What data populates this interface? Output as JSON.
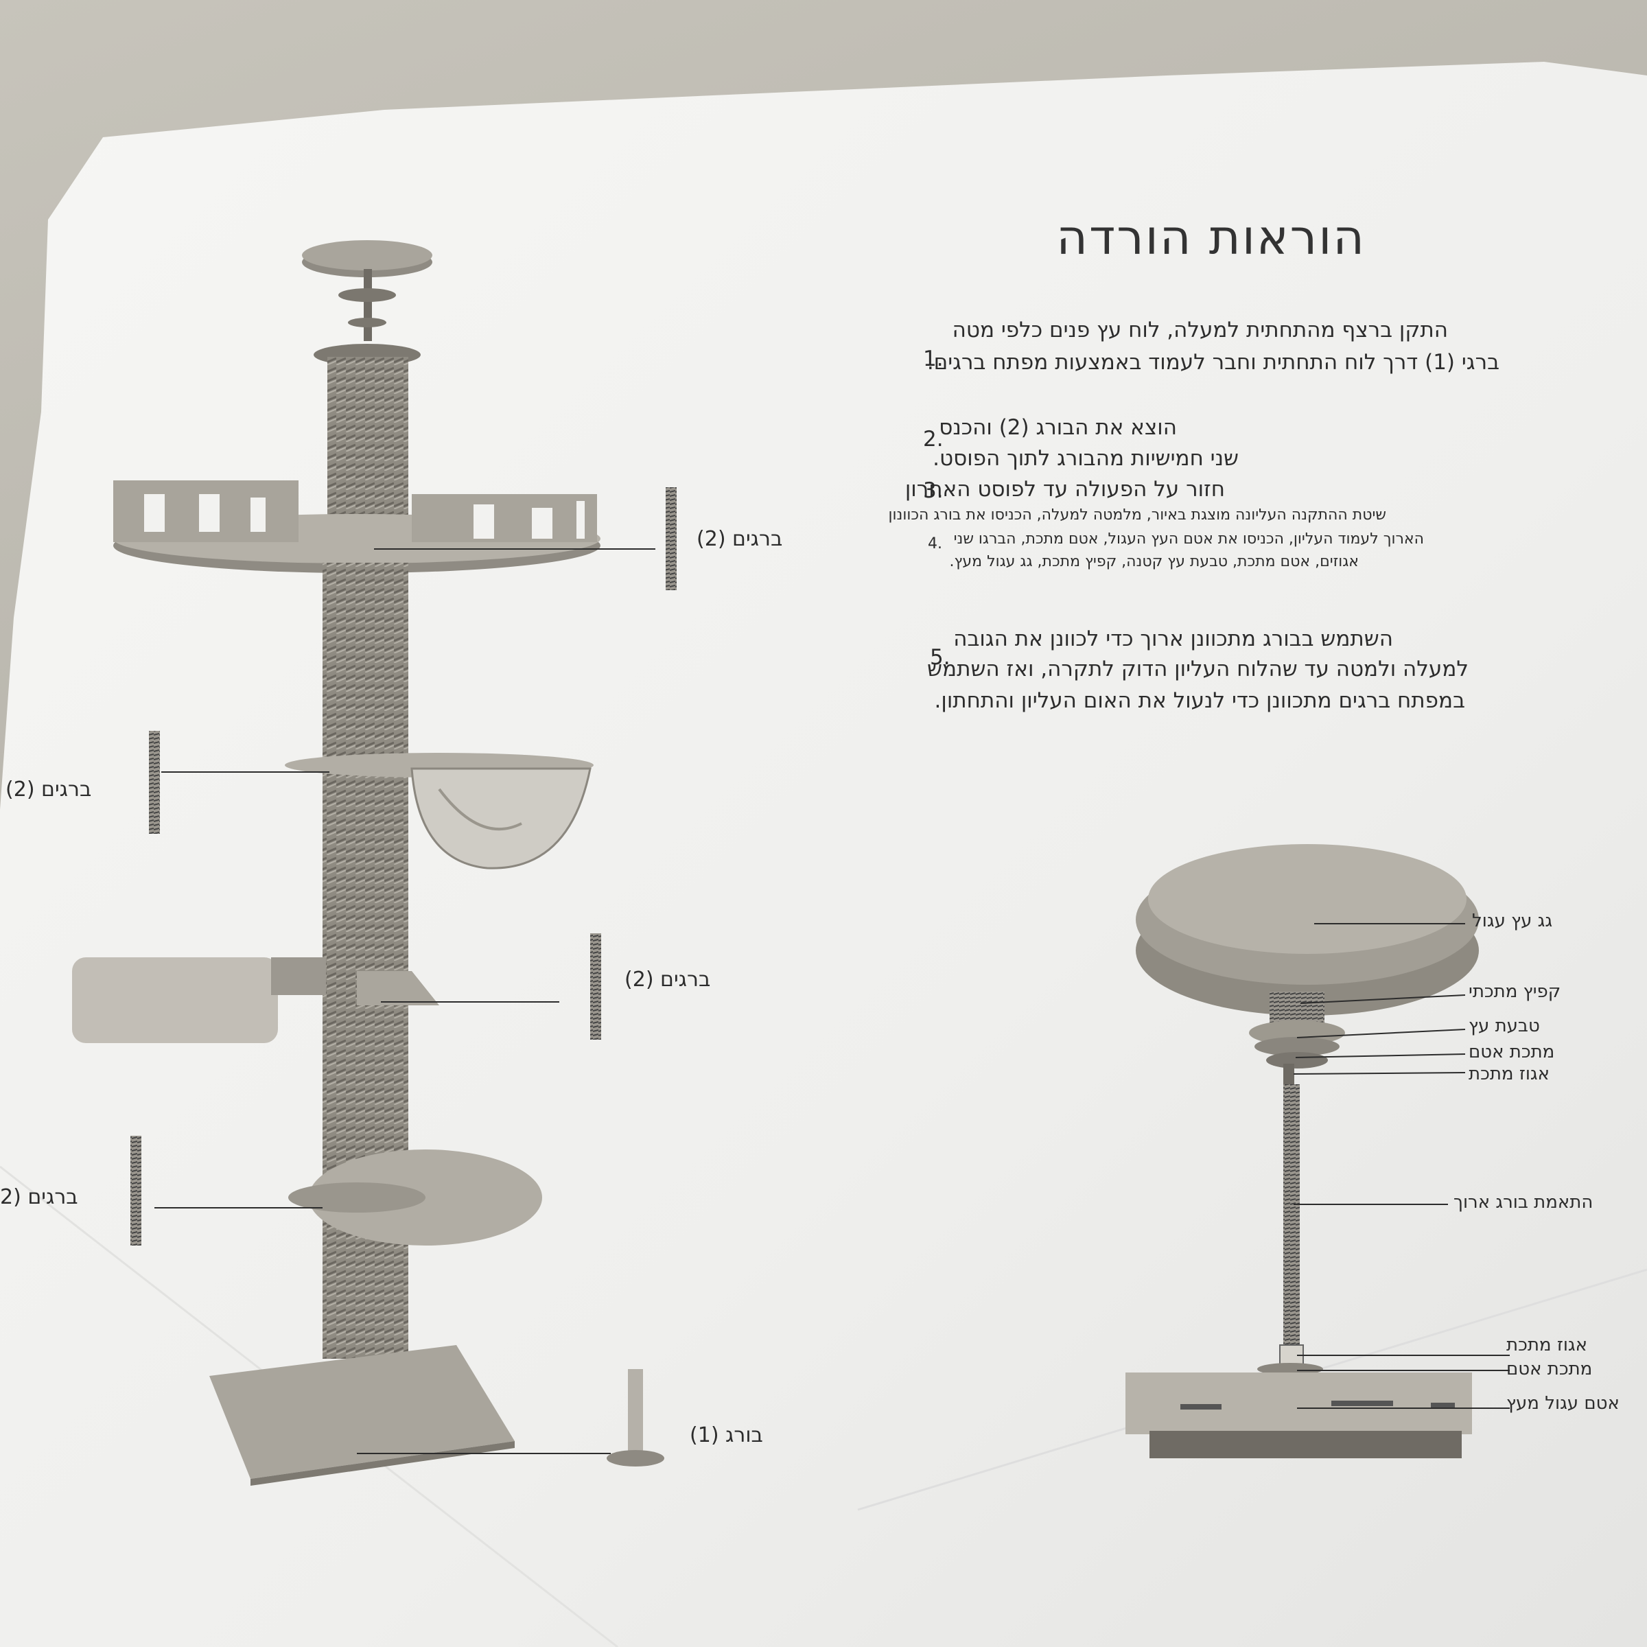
{
  "title": "הוראות הורדה",
  "steps": {
    "s1": {
      "number": "1.",
      "line1": "התקן ברצף מהתחתית למעלה, לוח עץ פנים כלפי מטה",
      "line2": "ברגי (1) דרך לוח התחתית וחבר לעמוד באמצעות מפתח ברגים."
    },
    "s2": {
      "number": "2.",
      "line1": "הוצא את הבורג (2) והכנס",
      "line2": "שני חמישיות מהבורג לתוך הפוסט."
    },
    "s3": {
      "number": "3.",
      "line1": "חזור על הפעולה עד לפוסט האחרון"
    },
    "s4": {
      "number": "4.",
      "line1": "שיטת ההתקנה העליונה מוצגת באיור, מלמטה למעלה, הכניסו את בורג הכוונון",
      "line2": "הארוך לעמוד העליון, הכניסו את אטם העץ העגול, אטם מתכת, הברגו שני",
      "line3": "אגוזים, אטם מתכת, טבעת עץ קטנה, קפיץ מתכת, גג עגול מעץ."
    },
    "s5": {
      "number": "5.",
      "line1": "השתמש בבורג מתכוונן ארוך כדי לכוונן את הגובה",
      "line2": "למעלה ולמטה עד שהלוח העליון הדוק לתקרה, ואז השתמש",
      "line3": "במפתח ברגים מתכוונן כדי לנעול את האום העליון והתחתון."
    }
  },
  "tree_labels": {
    "screws_top": "ברגים (2)",
    "screws_left_upper": "ברגים (2)",
    "screws_middle": "ברגים (2)",
    "screws_left_lower": "ברגים (2",
    "bolt_bottom": "בורג (1)"
  },
  "parts_labels": {
    "wood_roof": "גג עץ עגול",
    "metal_spring": "קפיץ מתכתי",
    "wood_ring": "טבעת עץ",
    "metal_gasket_top": "מתכת אטם",
    "metal_nut_top": "אגוז מתכת",
    "long_bolt": "התאמת בורג ארוך",
    "metal_nut_bottom": "אגוז מתכת",
    "metal_gasket_bottom": "מתכת אטם",
    "wood_round_gasket": "אטם עגול מעץ"
  },
  "colors": {
    "paper": "#f1f1ef",
    "background": "#b9b6ad",
    "ink": "#2c2c2c",
    "wood": "#9c9890"
  }
}
